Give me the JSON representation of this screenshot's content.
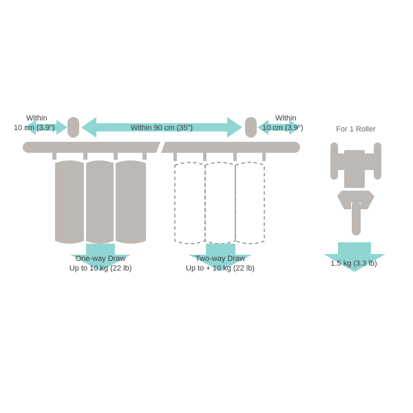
{
  "colors": {
    "gray": "#bdb8b4",
    "teal": "#8fd6d2",
    "text": "#3c3c3c",
    "dash": "#8a8580"
  },
  "labels": {
    "left_within_line1": "Within",
    "left_within_line2": "10 cm (3.9\")",
    "middle_within": "Within 90 cm (35\")",
    "right_within_line1": "Within",
    "right_within_line2": "10 cm (3.9\")",
    "one_way_line1": "One-way Draw",
    "one_way_line2": "Up to 10 kg (22 lb)",
    "two_way_line1": "Two-way Draw",
    "two_way_line2": "Up to + 10 kg (22 lb)",
    "roller_title": "For 1 Roller",
    "roller_weight": "1.5 kg (3.3 lb)"
  }
}
